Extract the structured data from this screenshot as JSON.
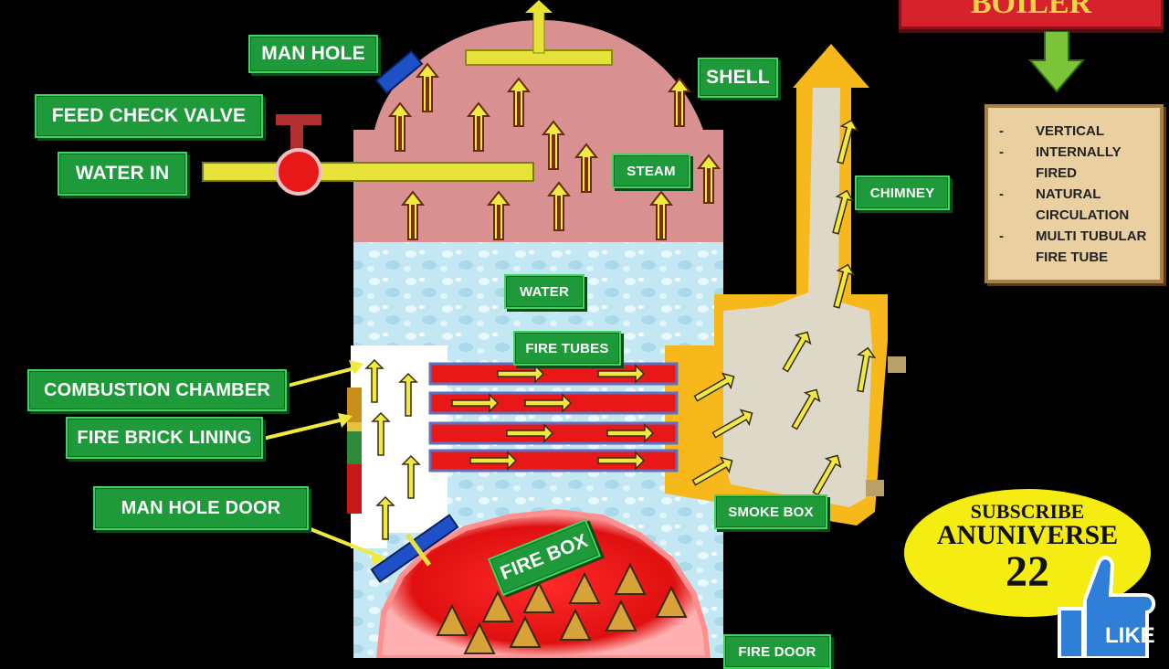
{
  "title": "BOILER",
  "labels": {
    "man_hole": "MAN HOLE",
    "feed_check_valve": "FEED CHECK VALVE",
    "water_in": "WATER IN",
    "shell": "SHELL",
    "steam": "STEAM",
    "chimney": "CHIMNEY",
    "water": "WATER",
    "fire_tubes": "FIRE TUBES",
    "combustion_chamber": "COMBUSTION CHAMBER",
    "fire_brick_lining": "FIRE BRICK LINING",
    "man_hole_door": "MAN HOLE DOOR",
    "smoke_box": "SMOKE BOX",
    "fire_box": "FIRE BOX",
    "fire_door": "FIRE DOOR"
  },
  "features": [
    "VERTICAL",
    "INTERNALLY\nFIRED",
    "NATURAL\nCIRCULATION",
    "MULTI TUBULAR\nFIRE TUBE"
  ],
  "feature_bullet": "-",
  "subscribe": {
    "line1": "SUBSCRIBE",
    "line2": "ANUNIVERSE",
    "line3": "22",
    "like": "LIKE"
  },
  "colors": {
    "label_green": "#1f9a3a",
    "steam_pink": "#d89090",
    "water_blue": "#bfe6f2",
    "fire_red": "#e81818",
    "chimney_orange": "#f6b81a",
    "pipe_yellow": "#e6e23a"
  }
}
